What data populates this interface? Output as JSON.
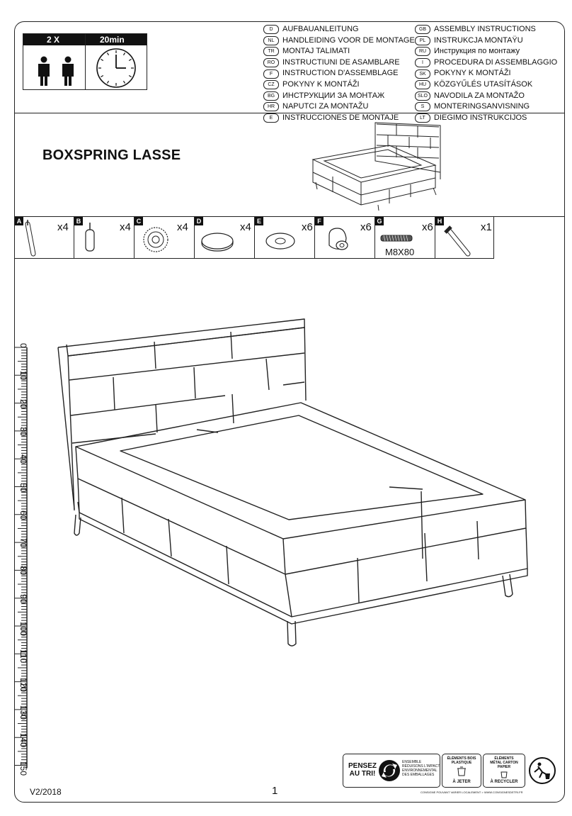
{
  "header": {
    "people_count": "2 X",
    "duration": "20min",
    "languages_left": [
      {
        "code": "D",
        "text": "AUFBAUANLEITUNG"
      },
      {
        "code": "NL",
        "text": "HANDLEIDING VOOR DE MONTAGE"
      },
      {
        "code": "TR",
        "text": "MONTAJ TALIMATI"
      },
      {
        "code": "RO",
        "text": "INSTRUCTIUNI DE ASAMBLARE"
      },
      {
        "code": "F",
        "text": "INSTRUCTION D'ASSEMBLAGE"
      },
      {
        "code": "CZ",
        "text": "POKYNY K MONTÁŽI"
      },
      {
        "code": "BG",
        "text": "ИНСТРУКЦИИ ЗА МОНТАЖ"
      },
      {
        "code": "HR",
        "text": "NAPUTCI ZA MONTAŽU"
      },
      {
        "code": "E",
        "text": "INSTRUCCIONES DE MONTAJE"
      }
    ],
    "languages_right": [
      {
        "code": "GB",
        "text": "ASSEMBLY INSTRUCTIONS"
      },
      {
        "code": "PL",
        "text": "INSTRUKCJA MONTAŸU"
      },
      {
        "code": "RU",
        "text": "Инструкция по монтажу"
      },
      {
        "code": "I",
        "text": "PROCEDURA DI ASSEMBLAGGIO"
      },
      {
        "code": "SK",
        "text": "POKYNY K MONTÁŽI"
      },
      {
        "code": "HU",
        "text": "KÖZGYŰLÉS UTASÍTÁSOK"
      },
      {
        "code": "SLO",
        "text": "NAVODILA ZA MONTAŽO"
      },
      {
        "code": "S",
        "text": "MONTERINGSANVISNING"
      },
      {
        "code": "LT",
        "text": "DIEGIMO INSTRUKCIJOS"
      }
    ]
  },
  "product": {
    "title": "BOXSPRING LASSE"
  },
  "parts": [
    {
      "letter": "A",
      "qty": "x4",
      "label": "",
      "icon": "long-leg-icon"
    },
    {
      "letter": "B",
      "qty": "x4",
      "label": "",
      "icon": "short-leg-icon"
    },
    {
      "letter": "C",
      "qty": "x4",
      "label": "",
      "icon": "gear-washer-icon"
    },
    {
      "letter": "D",
      "qty": "x4",
      "label": "",
      "icon": "felt-pad-icon"
    },
    {
      "letter": "E",
      "qty": "x6",
      "label": "",
      "icon": "washer-icon"
    },
    {
      "letter": "F",
      "qty": "x6",
      "label": "",
      "icon": "connector-icon"
    },
    {
      "letter": "G",
      "qty": "x6",
      "label": "M8X80",
      "icon": "bolt-icon"
    },
    {
      "letter": "H",
      "qty": "x1",
      "label": "",
      "icon": "allen-key-icon"
    }
  ],
  "ruler": {
    "labels": [
      "0",
      "10",
      "20",
      "30",
      "40",
      "50",
      "60",
      "70",
      "80",
      "90",
      "100",
      "110",
      "120",
      "130",
      "140",
      "150"
    ]
  },
  "recycling": {
    "pensez": "PENSEZ",
    "au_tri": "AU TRI!",
    "ensemble_lines": [
      "ENSEMBLE",
      "RÉDUISONS L'IMPACT",
      "ENVIRONNEMENTAL",
      "DES EMBALLAGES"
    ],
    "box1_title": [
      "ÉLÉMENTS BOIS",
      "PLASTIQUE"
    ],
    "box1_action": "À JETER",
    "box2_title": [
      "ÉLÉMENTS",
      "MÉTAL CARTON",
      "PAPIER"
    ],
    "box2_action": "À RECYCLER",
    "note": "CONSIGNE POUVANT VARIER LOCALEMENT > WWW.CONSIGNESDETRI.FR"
  },
  "footer": {
    "version": "V2/2018",
    "page": "1"
  }
}
